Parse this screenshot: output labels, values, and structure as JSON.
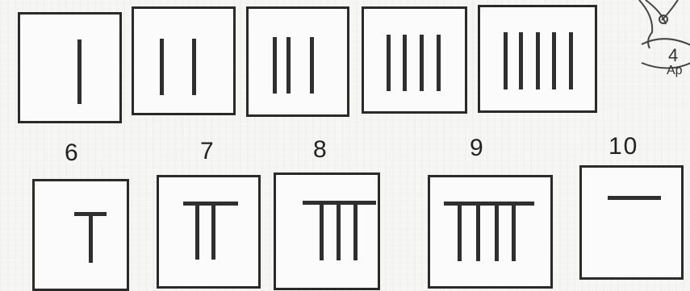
{
  "top_row": [
    "|",
    "||",
    "|||",
    "||||",
    "|||||"
  ],
  "bottom_row": [
    {
      "number": "6",
      "rod": "T"
    },
    {
      "number": "7",
      "rod": "TT"
    },
    {
      "number": "8",
      "rod": "TTT"
    },
    {
      "number": "9",
      "rod": "TTTT"
    },
    {
      "number": "10",
      "rod": "—"
    }
  ],
  "corner": {
    "number": "4",
    "month": "Ap"
  }
}
